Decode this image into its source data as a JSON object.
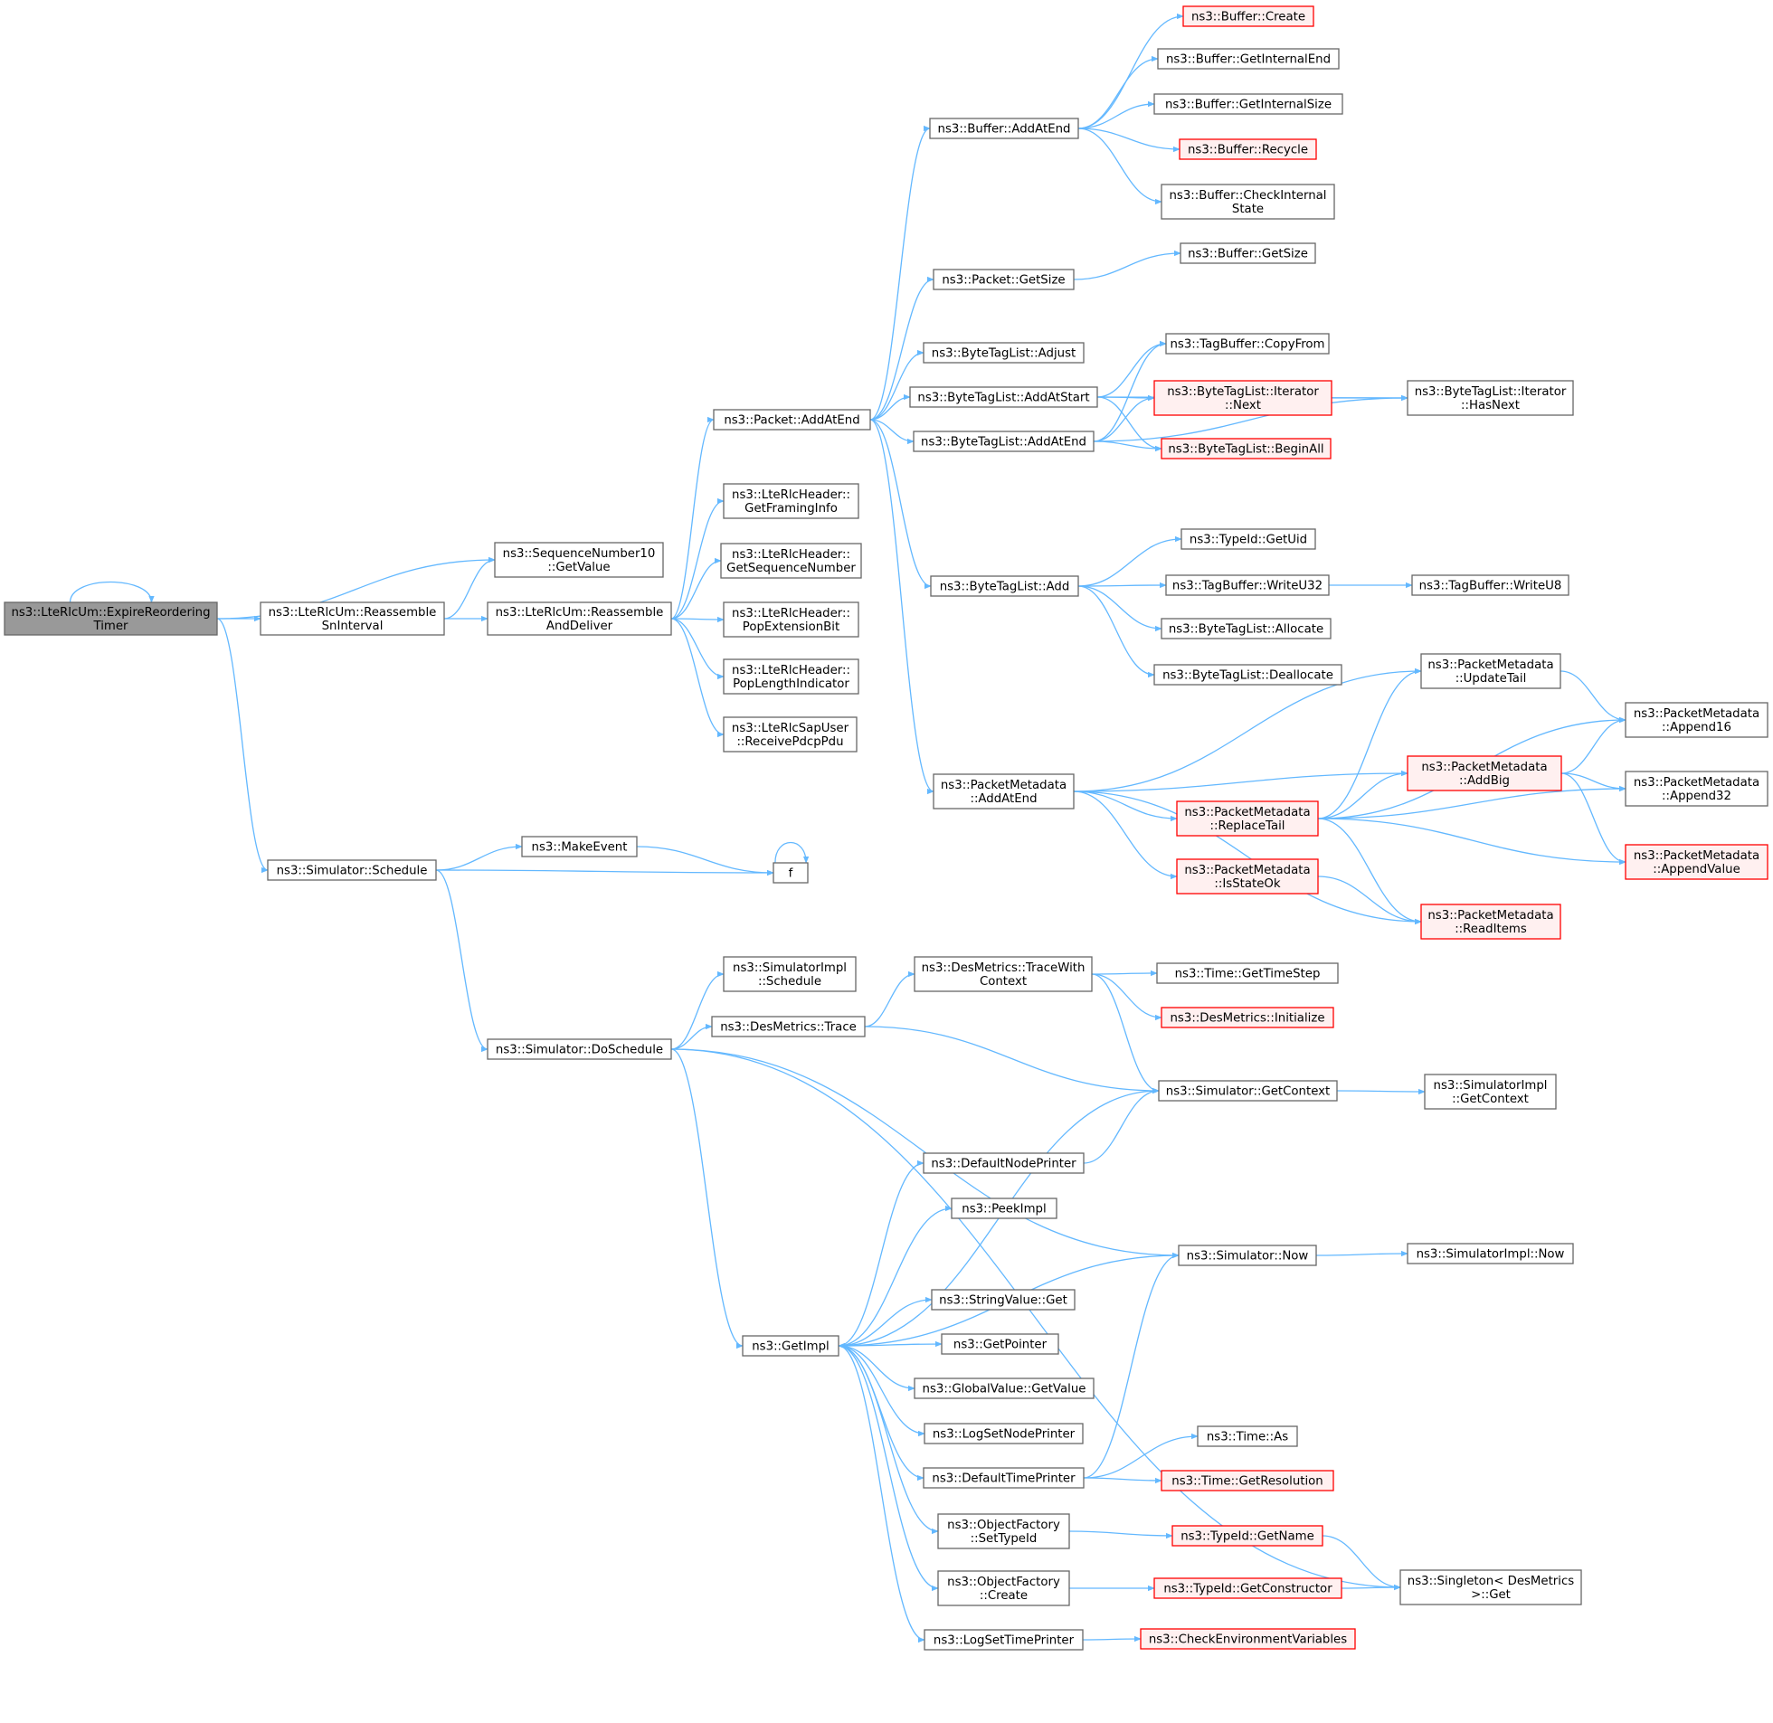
{
  "colors": {
    "edge": "#63b8ff",
    "border": "#666666",
    "truncated_border": "#ff0000",
    "truncated_fill": "#fff0f0",
    "focus_fill": "#999999",
    "normal_fill": "#ffffff"
  },
  "nodes": [
    {
      "id": "expire",
      "kind": "focus",
      "lines": [
        "ns3::LteRlcUm::ExpireReordering",
        "Timer"
      ]
    },
    {
      "id": "reassemble_sn",
      "kind": "normal",
      "lines": [
        "ns3::LteRlcUm::Reassemble",
        "SnInterval"
      ]
    },
    {
      "id": "seq_getvalue",
      "kind": "normal",
      "lines": [
        "ns3::SequenceNumber10",
        "::GetValue"
      ]
    },
    {
      "id": "reassemble_deliver",
      "kind": "normal",
      "lines": [
        "ns3::LteRlcUm::Reassemble",
        "AndDeliver"
      ]
    },
    {
      "id": "sim_schedule",
      "kind": "normal",
      "lines": [
        "ns3::Simulator::Schedule"
      ]
    },
    {
      "id": "pkt_addatend",
      "kind": "normal",
      "lines": [
        "ns3::Packet::AddAtEnd"
      ]
    },
    {
      "id": "hdr_framing",
      "kind": "normal",
      "lines": [
        "ns3::LteRlcHeader::",
        "GetFramingInfo"
      ]
    },
    {
      "id": "hdr_seqnum",
      "kind": "normal",
      "lines": [
        "ns3::LteRlcHeader::",
        "GetSequenceNumber"
      ]
    },
    {
      "id": "hdr_popext",
      "kind": "normal",
      "lines": [
        "ns3::LteRlcHeader::",
        "PopExtensionBit"
      ]
    },
    {
      "id": "hdr_poplen",
      "kind": "normal",
      "lines": [
        "ns3::LteRlcHeader::",
        "PopLengthIndicator"
      ]
    },
    {
      "id": "sap_receive",
      "kind": "normal",
      "lines": [
        "ns3::LteRlcSapUser",
        "::ReceivePdcpPdu"
      ]
    },
    {
      "id": "make_event",
      "kind": "normal",
      "lines": [
        "ns3::MakeEvent"
      ]
    },
    {
      "id": "f",
      "kind": "normal",
      "lines": [
        "f"
      ]
    },
    {
      "id": "simimpl_schedule",
      "kind": "normal",
      "lines": [
        "ns3::SimulatorImpl",
        "::Schedule"
      ]
    },
    {
      "id": "sim_doschedule",
      "kind": "normal",
      "lines": [
        "ns3::Simulator::DoSchedule"
      ]
    },
    {
      "id": "desm_trace",
      "kind": "normal",
      "lines": [
        "ns3::DesMetrics::Trace"
      ]
    },
    {
      "id": "get_impl",
      "kind": "normal",
      "lines": [
        "ns3::GetImpl"
      ]
    },
    {
      "id": "buf_addatend",
      "kind": "normal",
      "lines": [
        "ns3::Buffer::AddAtEnd"
      ]
    },
    {
      "id": "pkt_getsize",
      "kind": "normal",
      "lines": [
        "ns3::Packet::GetSize"
      ]
    },
    {
      "id": "btl_adjust",
      "kind": "normal",
      "lines": [
        "ns3::ByteTagList::Adjust"
      ]
    },
    {
      "id": "btl_addatstart",
      "kind": "normal",
      "lines": [
        "ns3::ByteTagList::AddAtStart"
      ]
    },
    {
      "id": "btl_addatend",
      "kind": "normal",
      "lines": [
        "ns3::ByteTagList::AddAtEnd"
      ]
    },
    {
      "id": "btl_add",
      "kind": "normal",
      "lines": [
        "ns3::ByteTagList::Add"
      ]
    },
    {
      "id": "pm_addatend",
      "kind": "normal",
      "lines": [
        "ns3::PacketMetadata",
        "::AddAtEnd"
      ]
    },
    {
      "id": "desm_tracectx",
      "kind": "normal",
      "lines": [
        "ns3::DesMetrics::TraceWith",
        "Context"
      ]
    },
    {
      "id": "default_node_printer",
      "kind": "normal",
      "lines": [
        "ns3::DefaultNodePrinter"
      ]
    },
    {
      "id": "peek_impl",
      "kind": "normal",
      "lines": [
        "ns3::PeekImpl"
      ]
    },
    {
      "id": "string_get",
      "kind": "normal",
      "lines": [
        "ns3::StringValue::Get"
      ]
    },
    {
      "id": "get_pointer",
      "kind": "normal",
      "lines": [
        "ns3::GetPointer"
      ]
    },
    {
      "id": "global_getvalue",
      "kind": "normal",
      "lines": [
        "ns3::GlobalValue::GetValue"
      ]
    },
    {
      "id": "log_node_printer",
      "kind": "normal",
      "lines": [
        "ns3::LogSetNodePrinter"
      ]
    },
    {
      "id": "default_time_printer",
      "kind": "normal",
      "lines": [
        "ns3::DefaultTimePrinter"
      ]
    },
    {
      "id": "of_settypeid",
      "kind": "normal",
      "lines": [
        "ns3::ObjectFactory",
        "::SetTypeId"
      ]
    },
    {
      "id": "of_create",
      "kind": "normal",
      "lines": [
        "ns3::ObjectFactory",
        "::Create"
      ]
    },
    {
      "id": "log_time_printer",
      "kind": "normal",
      "lines": [
        "ns3::LogSetTimePrinter"
      ]
    },
    {
      "id": "buf_create",
      "kind": "truncated",
      "lines": [
        "ns3::Buffer::Create"
      ]
    },
    {
      "id": "buf_getinternalend",
      "kind": "normal",
      "lines": [
        "ns3::Buffer::GetInternalEnd"
      ]
    },
    {
      "id": "buf_getinternalsize",
      "kind": "normal",
      "lines": [
        "ns3::Buffer::GetInternalSize"
      ]
    },
    {
      "id": "buf_recycle",
      "kind": "truncated",
      "lines": [
        "ns3::Buffer::Recycle"
      ]
    },
    {
      "id": "buf_checkinternal",
      "kind": "normal",
      "lines": [
        "ns3::Buffer::CheckInternal",
        "State"
      ]
    },
    {
      "id": "buf_getsize",
      "kind": "normal",
      "lines": [
        "ns3::Buffer::GetSize"
      ]
    },
    {
      "id": "tagbuf_copyfrom",
      "kind": "normal",
      "lines": [
        "ns3::TagBuffer::CopyFrom"
      ]
    },
    {
      "id": "btl_iter_next",
      "kind": "truncated",
      "lines": [
        "ns3::ByteTagList::Iterator",
        "::Next"
      ]
    },
    {
      "id": "btl_beginall",
      "kind": "truncated",
      "lines": [
        "ns3::ByteTagList::BeginAll"
      ]
    },
    {
      "id": "typeid_getuid",
      "kind": "normal",
      "lines": [
        "ns3::TypeId::GetUid"
      ]
    },
    {
      "id": "tagbuf_writeu32",
      "kind": "normal",
      "lines": [
        "ns3::TagBuffer::WriteU32"
      ]
    },
    {
      "id": "btl_allocate",
      "kind": "normal",
      "lines": [
        "ns3::ByteTagList::Allocate"
      ]
    },
    {
      "id": "btl_deallocate",
      "kind": "normal",
      "lines": [
        "ns3::ByteTagList::Deallocate"
      ]
    },
    {
      "id": "pm_replacetail",
      "kind": "truncated",
      "lines": [
        "ns3::PacketMetadata",
        "::ReplaceTail"
      ]
    },
    {
      "id": "pm_isstateok",
      "kind": "truncated",
      "lines": [
        "ns3::PacketMetadata",
        "::IsStateOk"
      ]
    },
    {
      "id": "time_gettimestep",
      "kind": "normal",
      "lines": [
        "ns3::Time::GetTimeStep"
      ]
    },
    {
      "id": "desm_initialize",
      "kind": "truncated",
      "lines": [
        "ns3::DesMetrics::Initialize"
      ]
    },
    {
      "id": "sim_getcontext",
      "kind": "normal",
      "lines": [
        "ns3::Simulator::GetContext"
      ]
    },
    {
      "id": "sim_now",
      "kind": "normal",
      "lines": [
        "ns3::Simulator::Now"
      ]
    },
    {
      "id": "time_as",
      "kind": "normal",
      "lines": [
        "ns3::Time::As"
      ]
    },
    {
      "id": "time_getresolution",
      "kind": "truncated",
      "lines": [
        "ns3::Time::GetResolution"
      ]
    },
    {
      "id": "typeid_getname",
      "kind": "truncated",
      "lines": [
        "ns3::TypeId::GetName"
      ]
    },
    {
      "id": "typeid_getconstructor",
      "kind": "truncated",
      "lines": [
        "ns3::TypeId::GetConstructor"
      ]
    },
    {
      "id": "check_env",
      "kind": "truncated",
      "lines": [
        "ns3::CheckEnvironmentVariables"
      ]
    },
    {
      "id": "btl_iter_hasnext",
      "kind": "normal",
      "lines": [
        "ns3::ByteTagList::Iterator",
        "::HasNext"
      ]
    },
    {
      "id": "tagbuf_writeu8",
      "kind": "normal",
      "lines": [
        "ns3::TagBuffer::WriteU8"
      ]
    },
    {
      "id": "pm_updatetail",
      "kind": "normal",
      "lines": [
        "ns3::PacketMetadata",
        "::UpdateTail"
      ]
    },
    {
      "id": "pm_addbig",
      "kind": "truncated",
      "lines": [
        "ns3::PacketMetadata",
        "::AddBig"
      ]
    },
    {
      "id": "pm_readitems",
      "kind": "truncated",
      "lines": [
        "ns3::PacketMetadata",
        "::ReadItems"
      ]
    },
    {
      "id": "simimpl_getcontext",
      "kind": "normal",
      "lines": [
        "ns3::SimulatorImpl",
        "::GetContext"
      ]
    },
    {
      "id": "simimpl_now",
      "kind": "normal",
      "lines": [
        "ns3::SimulatorImpl::Now"
      ]
    },
    {
      "id": "singleton_get",
      "kind": "normal",
      "lines": [
        "ns3::Singleton< DesMetrics",
        " >::Get"
      ]
    },
    {
      "id": "pm_append16",
      "kind": "normal",
      "lines": [
        "ns3::PacketMetadata",
        "::Append16"
      ]
    },
    {
      "id": "pm_append32",
      "kind": "normal",
      "lines": [
        "ns3::PacketMetadata",
        "::Append32"
      ]
    },
    {
      "id": "pm_appendvalue",
      "kind": "truncated",
      "lines": [
        "ns3::PacketMetadata",
        "::AppendValue"
      ]
    }
  ],
  "edges": [
    [
      "expire",
      "expire"
    ],
    [
      "expire",
      "reassemble_sn"
    ],
    [
      "expire",
      "seq_getvalue"
    ],
    [
      "expire",
      "sim_schedule"
    ],
    [
      "reassemble_sn",
      "seq_getvalue"
    ],
    [
      "reassemble_sn",
      "reassemble_deliver"
    ],
    [
      "reassemble_deliver",
      "pkt_addatend"
    ],
    [
      "reassemble_deliver",
      "hdr_framing"
    ],
    [
      "reassemble_deliver",
      "hdr_seqnum"
    ],
    [
      "reassemble_deliver",
      "hdr_popext"
    ],
    [
      "reassemble_deliver",
      "hdr_poplen"
    ],
    [
      "reassemble_deliver",
      "sap_receive"
    ],
    [
      "pkt_addatend",
      "buf_addatend"
    ],
    [
      "pkt_addatend",
      "pkt_getsize"
    ],
    [
      "pkt_addatend",
      "btl_adjust"
    ],
    [
      "pkt_addatend",
      "btl_addatstart"
    ],
    [
      "pkt_addatend",
      "btl_addatend"
    ],
    [
      "pkt_addatend",
      "btl_add"
    ],
    [
      "pkt_addatend",
      "pm_addatend"
    ],
    [
      "buf_addatend",
      "buf_create"
    ],
    [
      "buf_addatend",
      "buf_getinternalend"
    ],
    [
      "buf_addatend",
      "buf_getinternalsize"
    ],
    [
      "buf_addatend",
      "buf_recycle"
    ],
    [
      "buf_addatend",
      "buf_checkinternal"
    ],
    [
      "pkt_getsize",
      "buf_getsize"
    ],
    [
      "btl_addatstart",
      "tagbuf_copyfrom"
    ],
    [
      "btl_addatstart",
      "btl_iter_next"
    ],
    [
      "btl_addatstart",
      "btl_beginall"
    ],
    [
      "btl_addatstart",
      "btl_iter_hasnext"
    ],
    [
      "btl_addatend",
      "tagbuf_copyfrom"
    ],
    [
      "btl_addatend",
      "btl_iter_next"
    ],
    [
      "btl_addatend",
      "btl_beginall"
    ],
    [
      "btl_addatend",
      "btl_iter_hasnext"
    ],
    [
      "btl_iter_next",
      "btl_iter_hasnext"
    ],
    [
      "btl_add",
      "typeid_getuid"
    ],
    [
      "btl_add",
      "tagbuf_writeu32"
    ],
    [
      "btl_add",
      "btl_allocate"
    ],
    [
      "btl_add",
      "btl_deallocate"
    ],
    [
      "tagbuf_writeu32",
      "tagbuf_writeu8"
    ],
    [
      "pm_addatend",
      "pm_updatetail"
    ],
    [
      "pm_addatend",
      "pm_addbig"
    ],
    [
      "pm_addatend",
      "pm_replacetail"
    ],
    [
      "pm_addatend",
      "pm_isstateok"
    ],
    [
      "pm_addatend",
      "pm_readitems"
    ],
    [
      "pm_replacetail",
      "pm_updatetail"
    ],
    [
      "pm_replacetail",
      "pm_append16"
    ],
    [
      "pm_replacetail",
      "pm_addbig"
    ],
    [
      "pm_replacetail",
      "pm_append32"
    ],
    [
      "pm_replacetail",
      "pm_appendvalue"
    ],
    [
      "pm_replacetail",
      "pm_readitems"
    ],
    [
      "pm_isstateok",
      "pm_readitems"
    ],
    [
      "pm_updatetail",
      "pm_append16"
    ],
    [
      "pm_addbig",
      "pm_append16"
    ],
    [
      "pm_addbig",
      "pm_append32"
    ],
    [
      "pm_addbig",
      "pm_appendvalue"
    ],
    [
      "sim_schedule",
      "make_event"
    ],
    [
      "sim_schedule",
      "f"
    ],
    [
      "sim_schedule",
      "sim_doschedule"
    ],
    [
      "make_event",
      "f"
    ],
    [
      "f",
      "f"
    ],
    [
      "sim_doschedule",
      "simimpl_schedule"
    ],
    [
      "sim_doschedule",
      "desm_trace"
    ],
    [
      "sim_doschedule",
      "sim_now"
    ],
    [
      "sim_doschedule",
      "get_impl"
    ],
    [
      "sim_doschedule",
      "singleton_get"
    ],
    [
      "desm_trace",
      "desm_tracectx"
    ],
    [
      "desm_trace",
      "sim_getcontext"
    ],
    [
      "desm_tracectx",
      "time_gettimestep"
    ],
    [
      "desm_tracectx",
      "desm_initialize"
    ],
    [
      "desm_tracectx",
      "sim_getcontext"
    ],
    [
      "sim_getcontext",
      "simimpl_getcontext"
    ],
    [
      "sim_getcontext",
      "get_impl"
    ],
    [
      "sim_now",
      "simimpl_now"
    ],
    [
      "sim_now",
      "get_impl"
    ],
    [
      "default_node_printer",
      "sim_getcontext"
    ],
    [
      "get_impl",
      "default_node_printer"
    ],
    [
      "get_impl",
      "peek_impl"
    ],
    [
      "get_impl",
      "string_get"
    ],
    [
      "get_impl",
      "get_pointer"
    ],
    [
      "get_impl",
      "global_getvalue"
    ],
    [
      "get_impl",
      "log_node_printer"
    ],
    [
      "get_impl",
      "default_time_printer"
    ],
    [
      "get_impl",
      "of_settypeid"
    ],
    [
      "get_impl",
      "of_create"
    ],
    [
      "get_impl",
      "log_time_printer"
    ],
    [
      "default_time_printer",
      "time_as"
    ],
    [
      "default_time_printer",
      "time_getresolution"
    ],
    [
      "default_time_printer",
      "sim_now"
    ],
    [
      "of_settypeid",
      "typeid_getname"
    ],
    [
      "of_create",
      "typeid_getconstructor"
    ],
    [
      "log_time_printer",
      "check_env"
    ],
    [
      "typeid_getname",
      "singleton_get"
    ],
    [
      "typeid_getconstructor",
      "singleton_get"
    ]
  ]
}
